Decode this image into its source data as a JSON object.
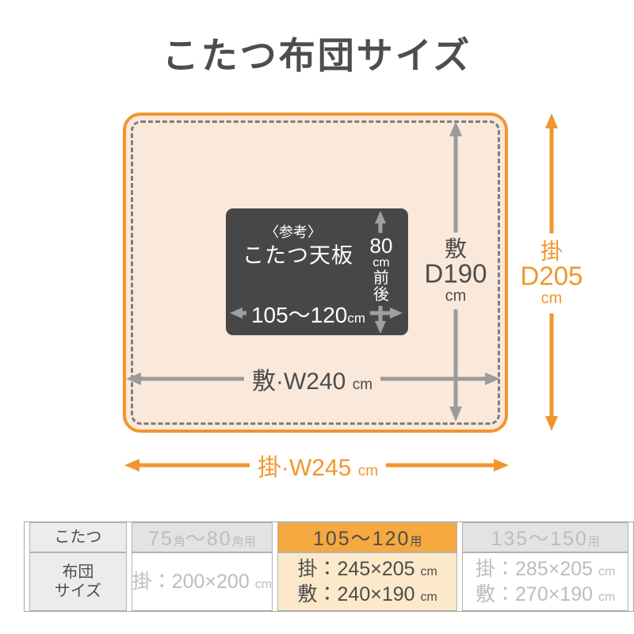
{
  "title": "こたつ布団サイズ",
  "colors": {
    "orange": "#f0962e",
    "table_highlight": "#f5a93f",
    "table_highlight_light": "#fbe9ca",
    "futon_fill": "#fae8db",
    "tabletop_bg": "#474747",
    "dark_text": "#4d4d4d",
    "gray_arrow": "#9b9b9b",
    "muted_text": "#bdbdbd"
  },
  "diagram": {
    "tabletop": {
      "note": "〈参考〉",
      "name": "こたつ天板",
      "width_value": "105〜120",
      "width_unit": "cm",
      "depth_value": "80",
      "depth_unit": "cm",
      "depth_approx": [
        "前",
        "後"
      ]
    },
    "shiki_depth": {
      "name": "敷",
      "value": "D190",
      "unit": "cm"
    },
    "kake_depth": {
      "name": "掛",
      "value": "D205",
      "unit": "cm"
    },
    "shiki_width": {
      "label": "敷·W240",
      "unit": "cm"
    },
    "kake_width": {
      "label": "掛·W245",
      "unit": "cm"
    }
  },
  "table": {
    "row_labels": {
      "kotatsu": "こたつ",
      "futon_size": [
        "布団",
        "サイズ"
      ]
    },
    "columns": [
      {
        "header": [
          {
            "t": "75"
          },
          {
            "t": "角",
            "sm": true
          },
          {
            "t": "〜"
          },
          {
            "t": "80"
          },
          {
            "t": "角",
            "sm": true
          },
          {
            "t": "用",
            "sm": true
          }
        ],
        "sizes": [
          {
            "label": "掛：200×200",
            "unit": "cm"
          }
        ],
        "highlight": false
      },
      {
        "header": [
          {
            "t": "105〜120"
          },
          {
            "t": "用",
            "sm": true
          }
        ],
        "sizes": [
          {
            "label": "掛：245×205",
            "unit": "cm"
          },
          {
            "label": "敷：240×190",
            "unit": "cm"
          }
        ],
        "highlight": true
      },
      {
        "header": [
          {
            "t": "135〜150"
          },
          {
            "t": "用",
            "sm": true
          }
        ],
        "sizes": [
          {
            "label": "掛：285×205",
            "unit": "cm"
          },
          {
            "label": "敷：270×190",
            "unit": "cm"
          }
        ],
        "highlight": false
      }
    ]
  }
}
